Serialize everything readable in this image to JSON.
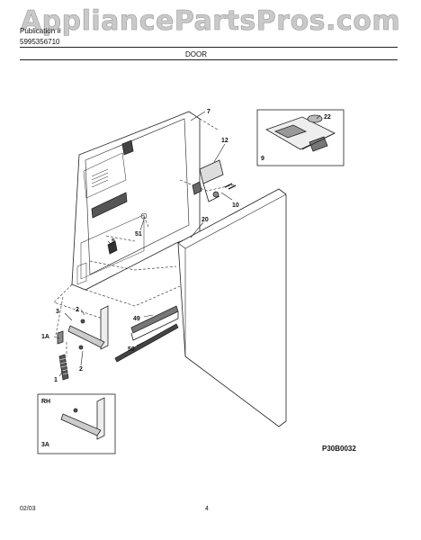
{
  "watermark": "AppliancePartsPros.com",
  "header": {
    "publication_label": "Publication #",
    "publication_number": "5995356710",
    "section_title": "DOOR"
  },
  "callouts": {
    "c1": "1",
    "c1a": "1A",
    "c2a": "2",
    "c2b": "2",
    "c3": "3",
    "c3a": "3A",
    "c5": "5",
    "c7": "7",
    "c9": "9",
    "c10": "10",
    "c12": "12",
    "c20": "20",
    "c22": "22",
    "c49": "49",
    "c50": "50",
    "c51": "51",
    "rh": "RH"
  },
  "diagram_code": "P30B0032",
  "footer": {
    "date": "02/03",
    "page": "4"
  },
  "colors": {
    "line": "#222222",
    "watermark": "#c9c9c9"
  }
}
